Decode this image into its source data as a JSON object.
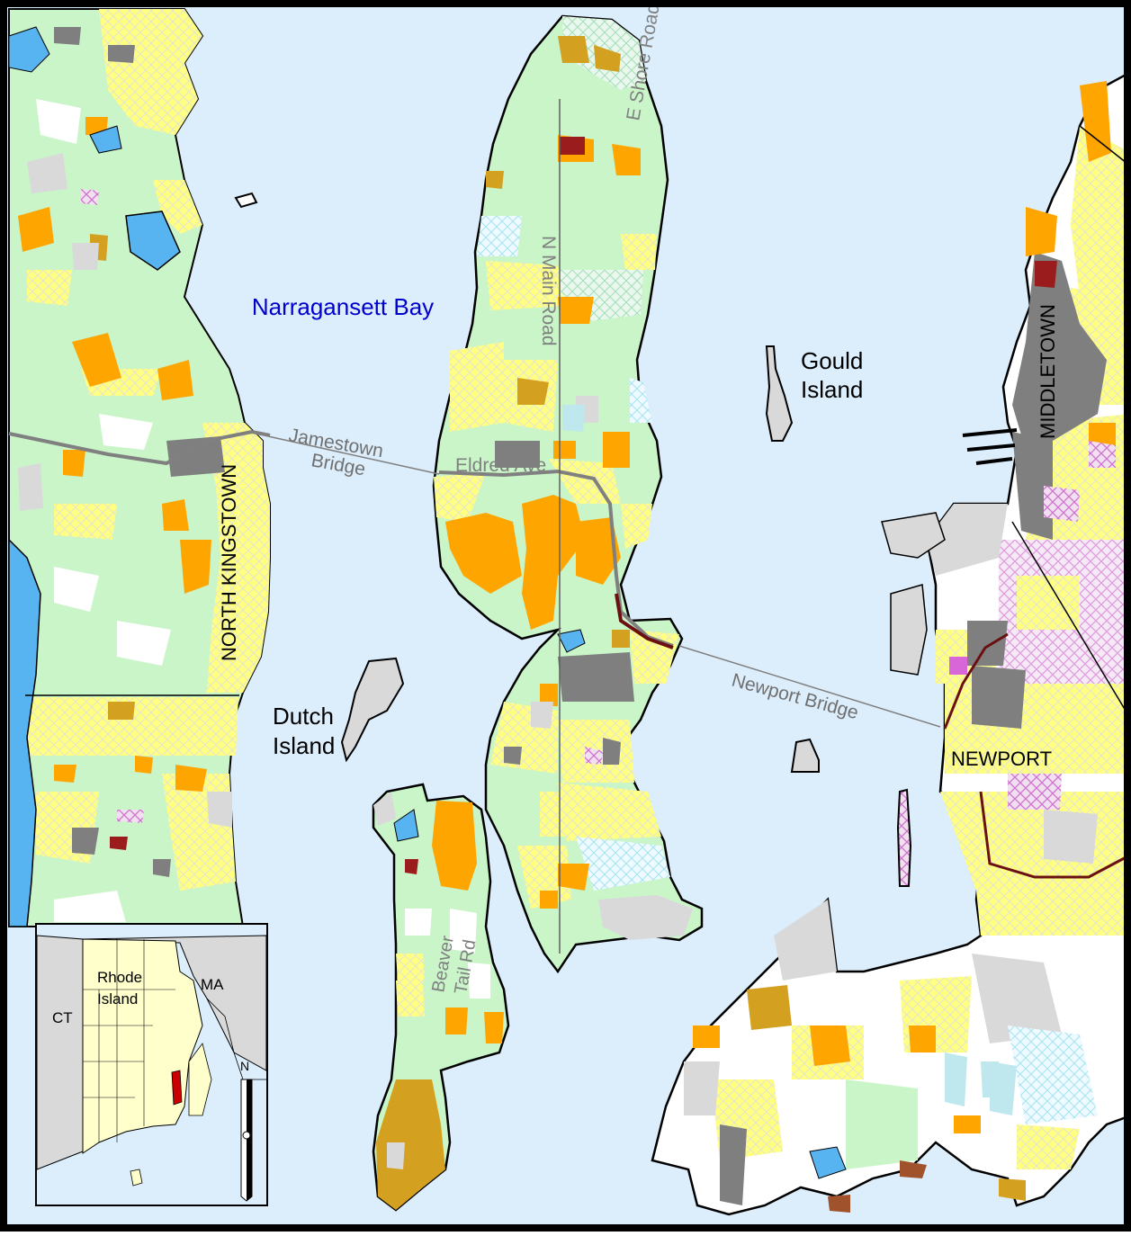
{
  "water_body": "Narragansett Bay",
  "islands": {
    "gould": [
      "Gould",
      "Island"
    ],
    "dutch": [
      "Dutch",
      "Island"
    ]
  },
  "towns": {
    "north_kingstown": "NORTH KINGSTOWN",
    "middletown": "MIDDLETOWN",
    "newport": "NEWPORT"
  },
  "bridges": {
    "jamestown": [
      "Jamestown",
      "Bridge"
    ],
    "newport": "Newport Bridge"
  },
  "roads": {
    "north_main": "N Main Road",
    "east_shore": "E Shore Road",
    "narragansett_ave": "Eldred Ave",
    "beavertail": [
      "Beaver",
      "Tail Rd"
    ]
  },
  "inset": {
    "ct": "CT",
    "ri": [
      "Rhode",
      "Island"
    ],
    "ma": "MA",
    "north": "N"
  },
  "colors": {
    "water": "#dcedfb",
    "lake": "#57b4f0",
    "forest": "#c9f5c9",
    "residential": "#ffff80",
    "residential_hatch": "#f5f5c8",
    "agriculture": "#ffa500",
    "brush": "#d4a020",
    "urban_gray": "#7f7f7f",
    "light_gray": "#d9d9d9",
    "commercial": "#9b1c1c",
    "institutional": "#d966d9",
    "inset_state": "#ffffcc",
    "inset_other": "#d9d9d9",
    "highlight_red": "#cc0000"
  }
}
